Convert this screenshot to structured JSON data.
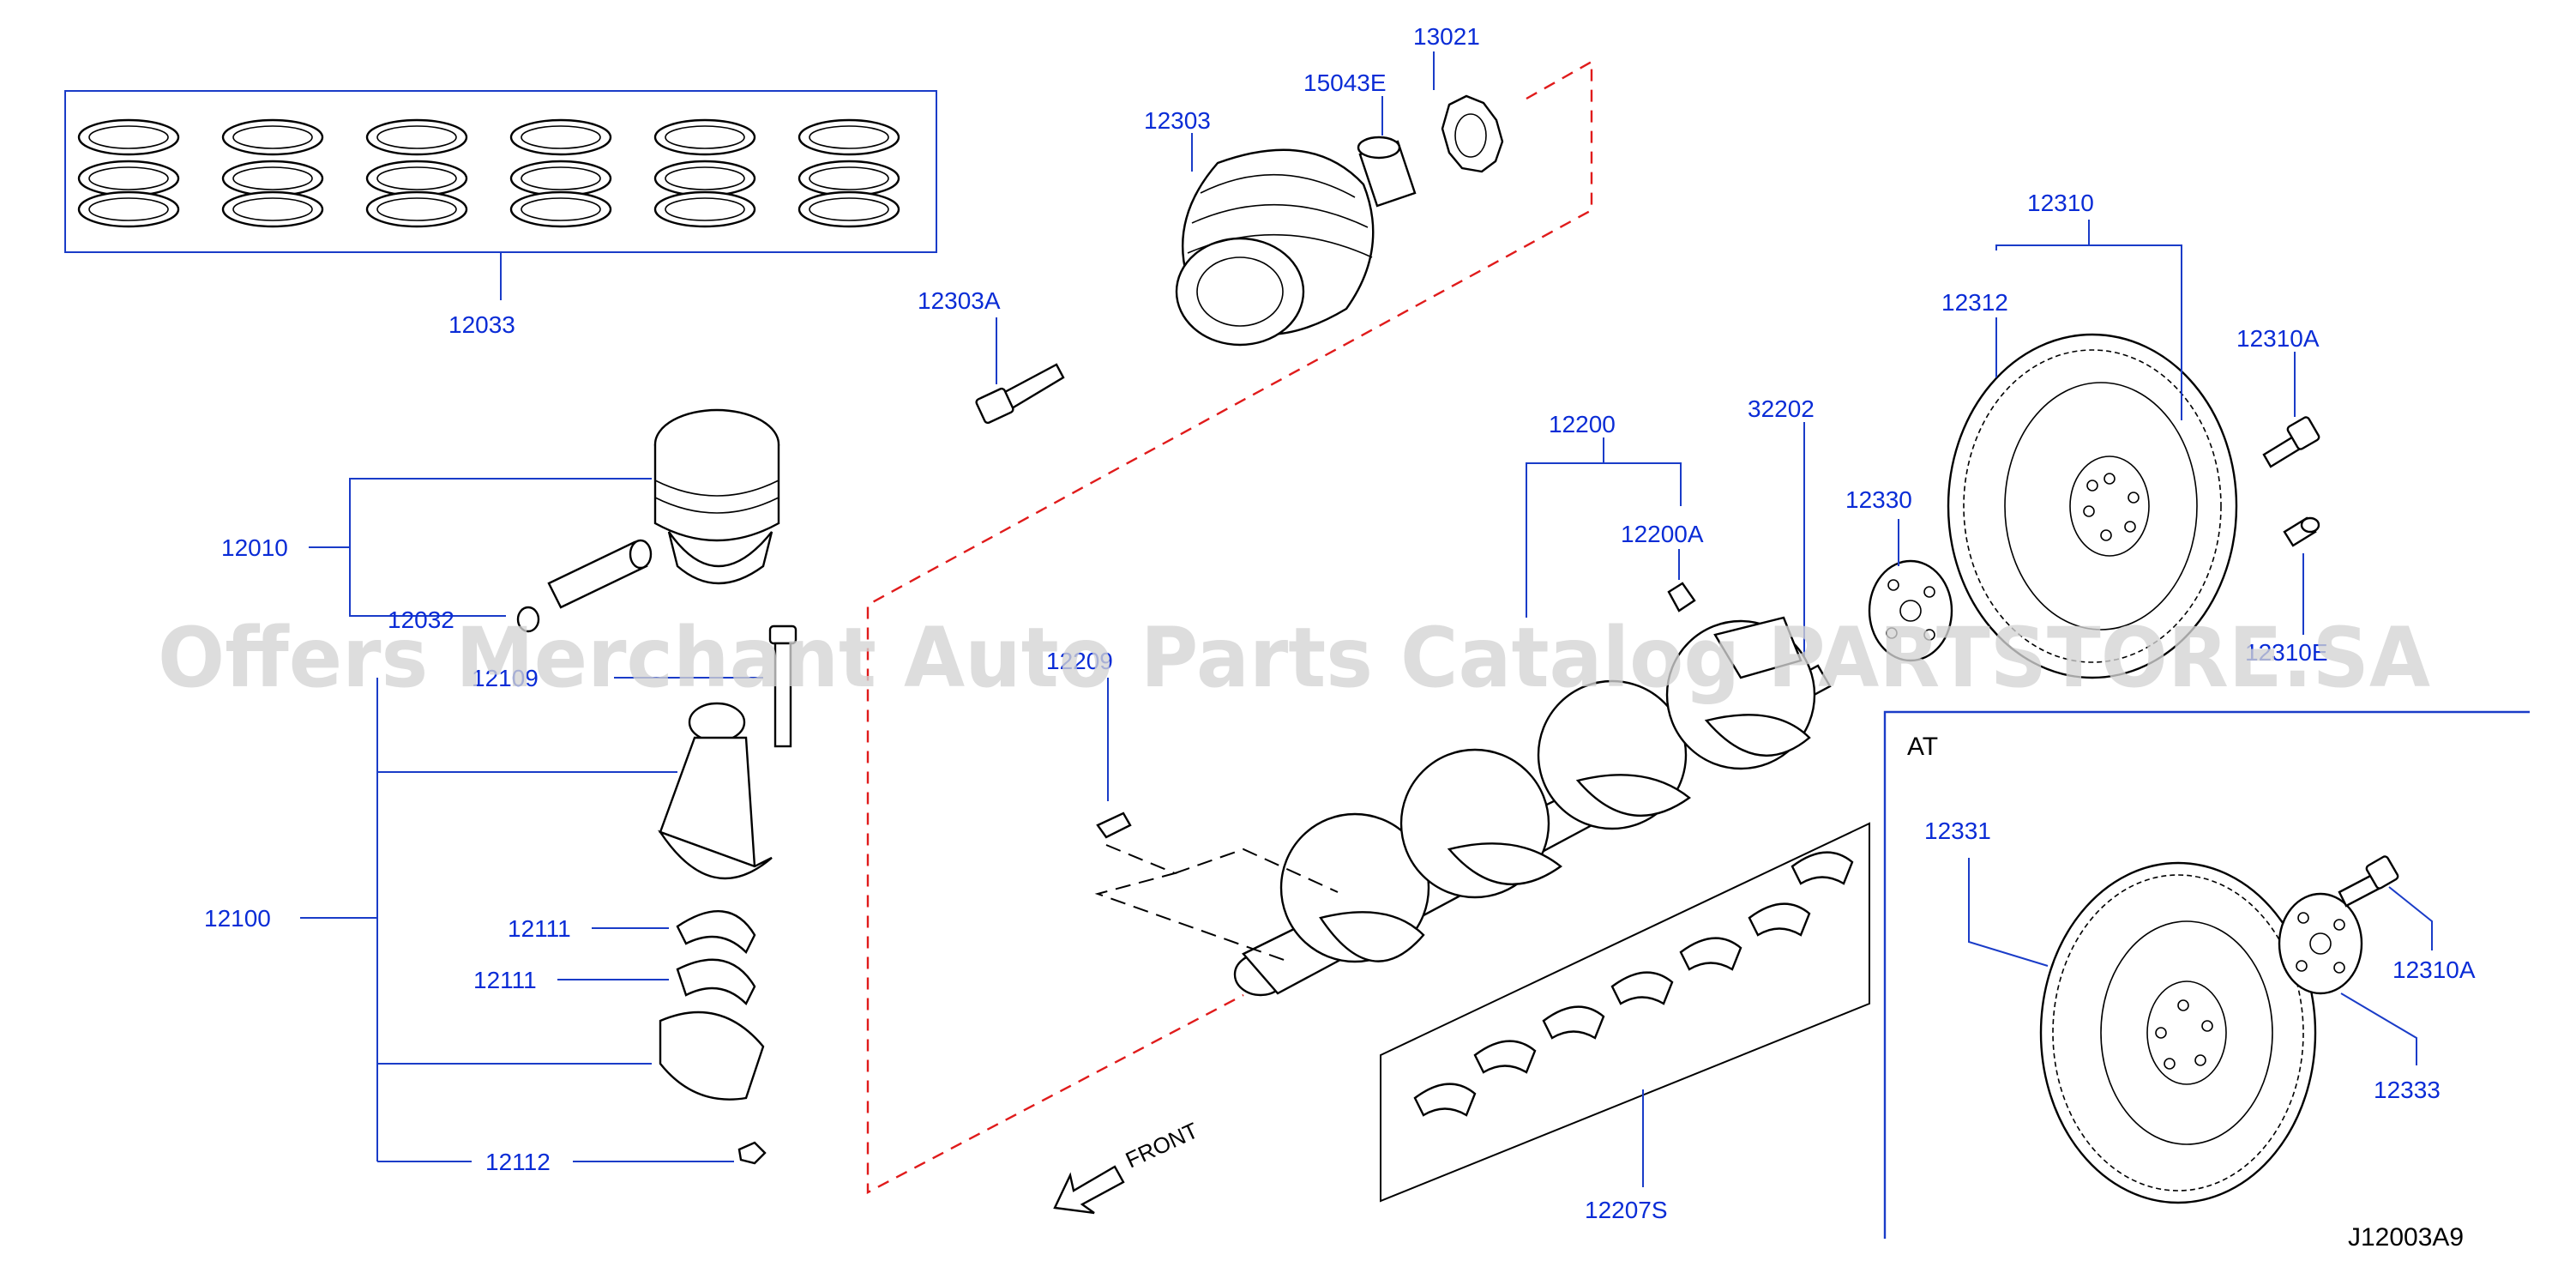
{
  "labels": {
    "p12033": "12033",
    "p12303": "12303",
    "p15043E": "15043E",
    "p13021": "13021",
    "p12303A": "12303A",
    "p12310": "12310",
    "p12312": "12312",
    "p12310A_top": "12310A",
    "p12310E": "12310E",
    "p12200": "12200",
    "p12200A": "12200A",
    "p32202": "32202",
    "p12330": "12330",
    "p12010": "12010",
    "p12032": "12032",
    "p12109": "12109",
    "p12209": "12209",
    "p12100": "12100",
    "p12111_a": "12111",
    "p12111_b": "12111",
    "p12112": "12112",
    "p12207S": "12207S",
    "p12331": "12331",
    "p12310A_bottom": "12310A",
    "p12333": "12333",
    "at": "AT",
    "front": "FRONT",
    "diagram_code": "J12003A9"
  },
  "watermark": "Offers Merchant Auto Parts Catalog PARTSTORE.SA",
  "colors": {
    "callout": "#0a2cd6",
    "section_line": "#e01b1b",
    "watermark": "#d4d4d4"
  }
}
